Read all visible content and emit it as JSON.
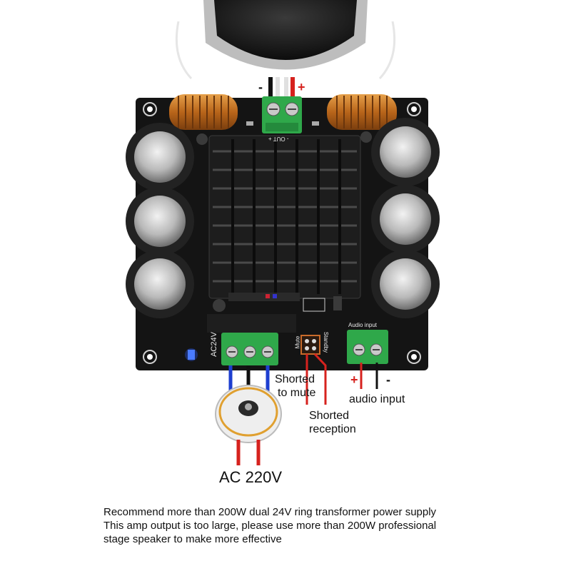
{
  "labels": {
    "minus_top": "-",
    "plus_top": "+",
    "out": "- OUT +",
    "ac24v": "AC24V",
    "mute": "Mute",
    "standby": "Standby",
    "audio_input_silk": "Audio input",
    "shorted_to_mute_1": "Shorted",
    "shorted_to_mute_2": "to mute",
    "shorted_reception_1": "Shorted",
    "shorted_reception_2": "reception",
    "audio_plus": "+",
    "audio_minus": "-",
    "audio_input": "audio input",
    "ac220v": "AC 220V"
  },
  "caption": [
    "Recommend more than 200W dual 24V ring transformer power supply",
    "This amp output is too large, please use more than 200W professional",
    "stage speaker to make more effective"
  ],
  "colors": {
    "board": "#141414",
    "heatsink": "#1c1c1c",
    "terminal": "#2fa84a",
    "copper": "#c8741f",
    "wire_red": "#d6221e",
    "wire_blue": "#1e3fd0",
    "wire_black": "#111111",
    "led": "#2b5cff"
  }
}
